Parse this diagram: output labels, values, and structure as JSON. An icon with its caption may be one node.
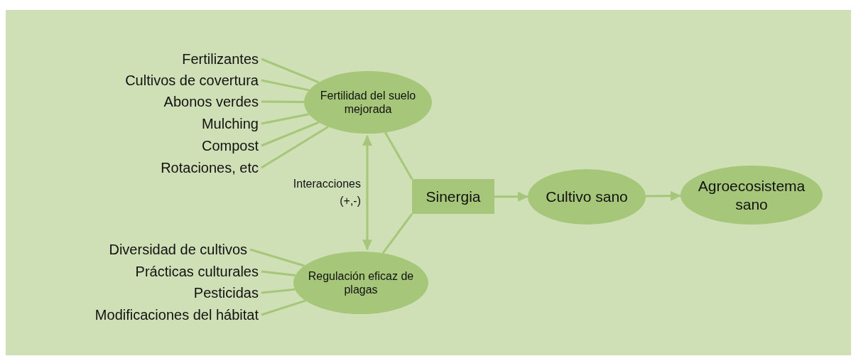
{
  "diagram": {
    "nodes": [
      {
        "text": [
          "Fertilizantes"
        ]
      },
      {
        "text": [
          "Cultivos de covertura"
        ]
      },
      {
        "text": [
          "Abonos verdes"
        ]
      },
      {
        "text": [
          "Mulching"
        ]
      },
      {
        "text": [
          "Compost"
        ]
      },
      {
        "text": [
          "Rotaciones, etc"
        ]
      },
      {
        "text": [
          "Fertilidad del suelo mejorada"
        ]
      },
      {
        "text": [
          "Diversidad de cultivos"
        ]
      },
      {
        "text": [
          "Prácticas culturales"
        ]
      },
      {
        "text": [
          "Pesticidas"
        ]
      },
      {
        "text": [
          "Modificaciones del hábitat"
        ]
      },
      {
        "text": [
          "Regulación eficaz de plagas"
        ]
      },
      {
        "text": [
          "Sinergia"
        ]
      },
      {
        "text": [
          "Cultivo sano"
        ]
      },
      {
        "text": [
          "Agroecosistema sano"
        ]
      }
    ],
    "edges": [
      {
        "from": 0,
        "to": 6,
        "arrow": "none"
      },
      {
        "from": 1,
        "to": 6,
        "arrow": "none"
      },
      {
        "from": 2,
        "to": 6,
        "arrow": "none"
      },
      {
        "from": 3,
        "to": 6,
        "arrow": "none"
      },
      {
        "from": 4,
        "to": 6,
        "arrow": "none"
      },
      {
        "from": 5,
        "to": 6,
        "arrow": "none"
      },
      {
        "from": 7,
        "to": 11,
        "arrow": "none"
      },
      {
        "from": 8,
        "to": 11,
        "arrow": "none"
      },
      {
        "from": 9,
        "to": 11,
        "arrow": "none"
      },
      {
        "from": 10,
        "to": 11,
        "arrow": "none"
      },
      {
        "from": 6,
        "to": 11,
        "arrow": "both",
        "label": "Interacciones (+,-)"
      },
      {
        "from": 6,
        "to": 12,
        "arrow": "none"
      },
      {
        "from": 11,
        "to": 12,
        "arrow": "none"
      },
      {
        "from": 12,
        "to": 13,
        "arrow": "to"
      },
      {
        "from": 13,
        "to": 14,
        "arrow": "to"
      }
    ]
  }
}
